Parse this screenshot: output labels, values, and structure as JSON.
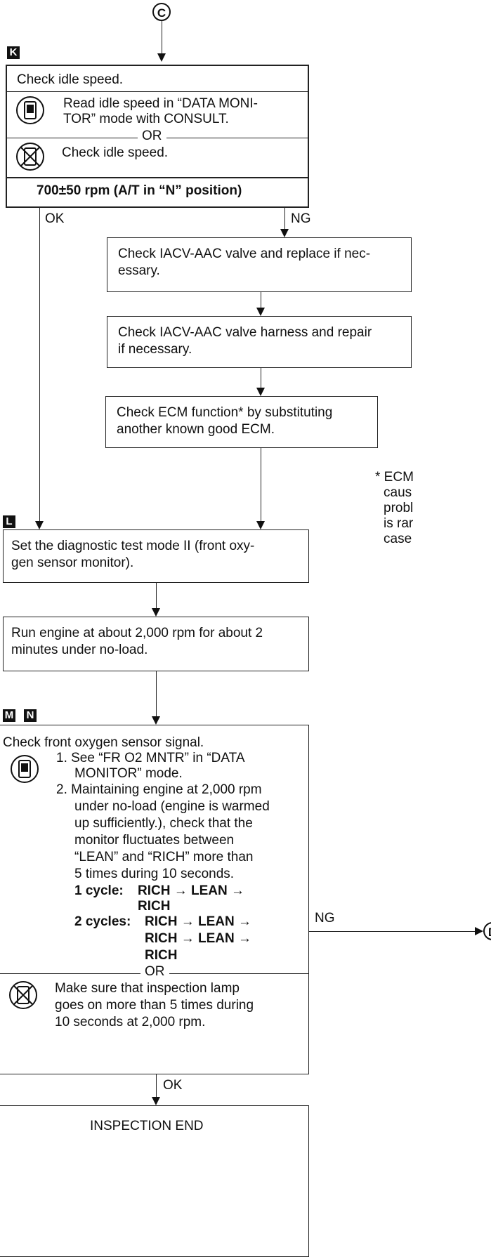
{
  "connectors": {
    "top": "C",
    "right": "D"
  },
  "markers": {
    "k": "K",
    "l": "L",
    "m": "M",
    "n": "N"
  },
  "step_k": {
    "title": "Check idle speed.",
    "consult_line1": "Read idle speed in “DATA MONI-",
    "consult_line2": "TOR” mode with CONSULT.",
    "or": "OR",
    "no_tools": "Check idle speed.",
    "spec": "700±50 rpm (A/T in “N” position)"
  },
  "branches": {
    "ok": "OK",
    "ng": "NG"
  },
  "ng_steps": {
    "iacv_valve_line1": "Check IACV-AAC valve and replace if nec-",
    "iacv_valve_line2": "essary.",
    "iacv_harness_line1": "Check IACV-AAC valve harness and repair",
    "iacv_harness_line2": "if necessary.",
    "ecm_line1": "Check ECM function* by substituting",
    "ecm_line2": "another known good ECM."
  },
  "footnote": {
    "line1": "* ECM",
    "line2": "caus",
    "line3": "probl",
    "line4": "is rar",
    "line5": "case"
  },
  "step_l": {
    "line1": "Set the diagnostic test mode II (front oxy-",
    "line2": "gen sensor monitor)."
  },
  "run_engine": {
    "line1": "Run engine at about 2,000 rpm for about 2",
    "line2": "minutes under no-load."
  },
  "step_mn": {
    "title": "Check front oxygen sensor signal.",
    "lines": [
      "1.  See “FR O2 MNTR” in “DATA",
      "MONITOR” mode.",
      "2.  Maintaining engine at 2,000 rpm",
      "under no-load (engine is warmed",
      "up sufficiently.), check that the",
      "monitor fluctuates between",
      "“LEAN” and “RICH” more than",
      "5 times during 10 seconds."
    ],
    "cycle1_label": "1 cycle:",
    "cycle1_a": "RICH → LEAN →",
    "cycle1_b": "RICH",
    "cycle2_label": "2 cycles:",
    "cycle2_a": "RICH → LEAN →",
    "cycle2_b": "RICH → LEAN →",
    "cycle2_c": "RICH",
    "or": "OR",
    "lamp_line1": "Make sure that inspection lamp",
    "lamp_line2": "goes on more than 5 times during",
    "lamp_line3": "10 seconds at 2,000 rpm."
  },
  "end": {
    "ok": "OK",
    "label": "INSPECTION END"
  },
  "icons": {
    "consult": "consult-tool-icon",
    "no_tools": "no-tools-icon"
  }
}
